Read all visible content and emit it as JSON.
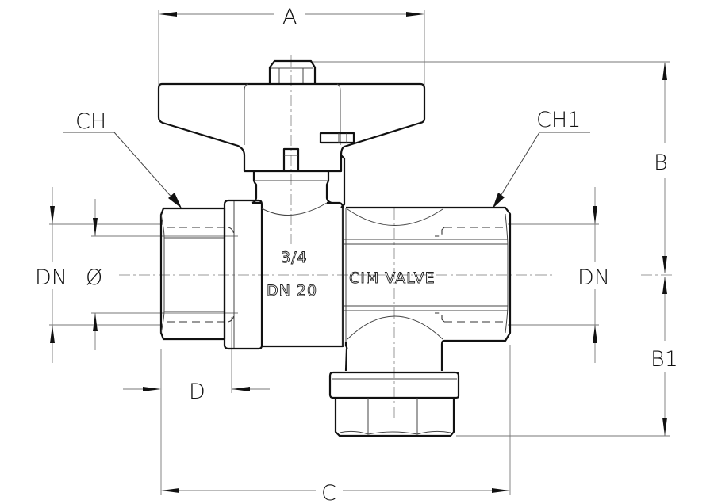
{
  "drawing": {
    "title": "Ball valve technical drawing",
    "dimension_labels": {
      "A": "A",
      "B": "B",
      "B1": "B1",
      "C": "C",
      "D": "D",
      "DN_left": "DN",
      "diameter": "Ø",
      "DN_right": "DN",
      "CH": "CH",
      "CH1": "CH1"
    },
    "body_markings": {
      "size_inch": "3/4",
      "size_dn": "DN  20",
      "brand": "CIM VALVE"
    }
  }
}
